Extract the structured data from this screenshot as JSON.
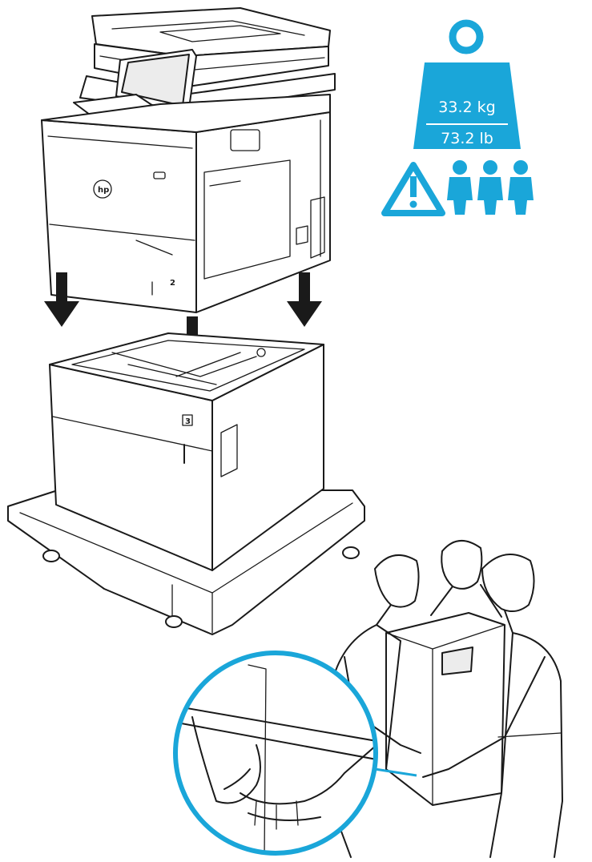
{
  "weight": {
    "kg": "33.2 kg",
    "lb": "73.2 lb",
    "color": "#1aa6d9",
    "people_required": 3,
    "icons": [
      "weight-icon",
      "warning-icon",
      "person-icon"
    ]
  },
  "labels": {
    "tray_printer": "2",
    "tray_feeder": "3",
    "brand": "hp"
  },
  "colors": {
    "line": "#1a1a1a",
    "accent": "#1aa6d9",
    "arrow": "#1a1a1a"
  }
}
